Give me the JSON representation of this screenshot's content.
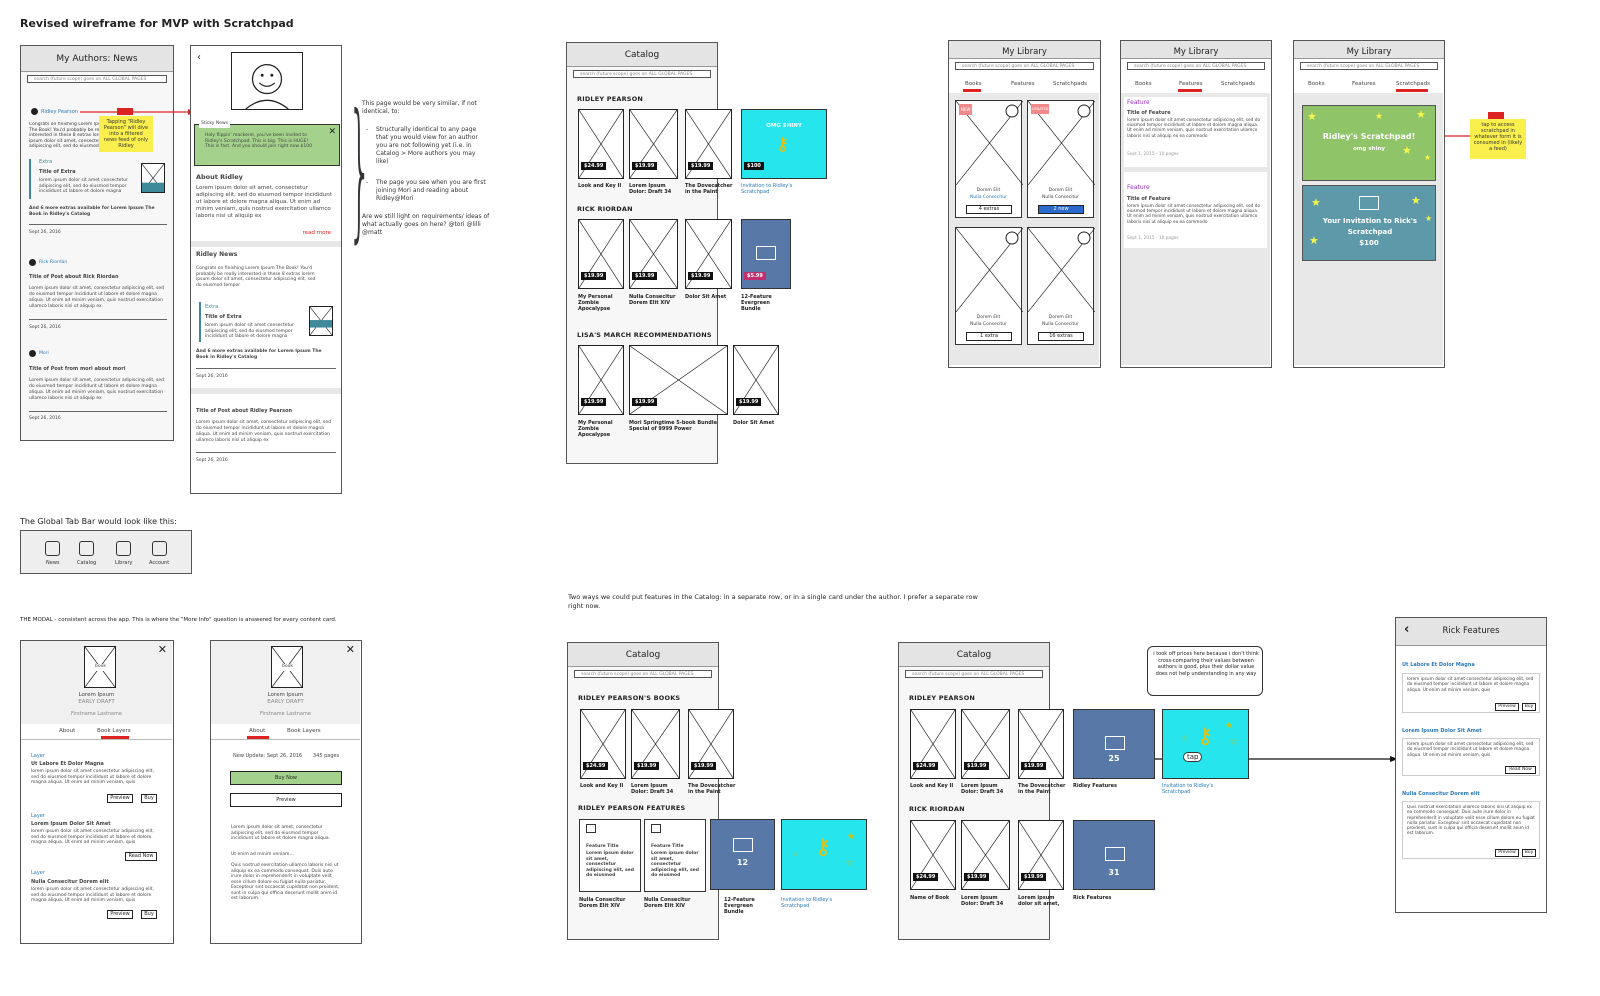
{
  "title": "Revised wireframe for MVP with Scratchpad",
  "search_text": "search (future scope) goes on ALL GLOBAL PAGES",
  "news": {
    "header": "My Authors: News",
    "author1": "Ridley Pearson",
    "note1": "Tapping \"Ridley Pearson\" will dive into a filtered news feed of only Ridley",
    "post1": "Congrats on finishing Lorem Ipsum The Book! You'd probably be really interested in these 8 extras lorem ipsum dolor sit amet, consectetur adipiscing elit, sed do eiusmod tempor",
    "extra_label": "Extra",
    "extra_title": "Title of Extra",
    "extra_body": "lorem ipsum dolor sit amet consectetur adipiscing elit, sed do eiusmod tempor incididunt ut labore et dolore magna",
    "extras_more": "And 6 more extras available for Lorem Ipsum The Book in Ridley's Catalog",
    "date": "Sept 26, 2016",
    "author2": "Rick Riordan",
    "post2_title": "Title of Post about Rick Riordan",
    "body": "Lorem ipsum dolor sit amet, consectetur adipiscing elit, sed do eiusmod tempor incididunt ut labore et dolore magna aliqua. Ut enim ad minim veniam, quis nostrud exercitation ullamco laboris nisi ut aliquip ex",
    "author3": "Mori",
    "post3_title": "Title of Post from mori about mori"
  },
  "author_page": {
    "sticky_label": "Sticky News",
    "sticky": "Holy flippin' mackerel, you've been invited to Ridley's Scratchpad. This is big. This is HUGE! This is fast. And you should join right now $100",
    "about_title": "About Ridley",
    "about_body": "Lorem ipsum dolor sit amet, consectetur adipiscing elit, sed do eiusmod tempor incididunt ut labore et dolore magna aliqua. Ut enim ad minim veniam, quis nostrud exercitation ullamco laboris nisi ut aliquip ex",
    "read_more": "read more",
    "news_title": "Ridley News",
    "news_body": "Congrats on finishing Lorem Ipsum The Book! You'd probably be really interested in these 8 extras lorem ipsum dolor sit amet, consectetur adipiscing elit, sed do eiusmod tempor",
    "post_title": "Title of Post about Ridley Pearson"
  },
  "annotation": {
    "intro": "This page would be very similar, if not identical, to:",
    "b1": "Structurally identical to any page that you would view for an author you are not following yet (i.e. in Catalog > More authors you may like)",
    "b2": "The page you see when you are first joining Mori and reading about Ridley@Mori",
    "q": "Are we still light on requirements/ ideas of what actually goes on here? @tori @lilli @matt"
  },
  "tabbar": {
    "caption": "The Global Tab Bar would look like this:",
    "items": [
      "News",
      "Catalog",
      "Library",
      "Account"
    ]
  },
  "modal": {
    "caption": "THE MODAL - consistent across the app. This is where the \"More Info\" question is answered for every content card.",
    "book": "book",
    "name": "Lorem Ipsum",
    "draft": "EARLY DRAFT",
    "author": "Firstname Lastname",
    "tab_about": "About",
    "tab_layers": "Book Layers",
    "layer": "Layer",
    "layers": [
      "Ut Labore Et Dolor Magna",
      "Lorem Ipsum Dolor Sit Amet",
      "Nulla Consecitur Dorem elit"
    ],
    "layer_body": "lorem ipsum dolor sit amet consectetur adipiscing elit, sed do eiusmod tempor incididunt ut labore et dolore magna aliqua. Ut enim ad minim veniam, quis",
    "preview": "Preview",
    "buy": "Buy",
    "read_now": "Read Now",
    "update": "New Update: Sept 26, 2016",
    "pages": "345 pages",
    "buy_now": "Buy Now",
    "about_body1": "Lorem ipsum dolor sit amet, consectetur adipiscing elit, sed do eiusmod tempor incididunt ut labore et dolore magna aliqua.",
    "about_body2": "Ut enim ad minim veniam...",
    "about_body3": "Quis nostrud exercitation ullamco laboris nisi ut aliquip ex ea commodo consequat. Duis aute irure dolor in reprehenderit in voluptate velit esse cillum dolore eu fugiat nulla pariatur. Excepteur sint occaecat cupidatat non proident, sunt in culpa qui officia deserunt mollit anim id est laborum."
  },
  "catalog1": {
    "header": "Catalog",
    "s1": "RIDLEY PEARSON",
    "s2": "RICK RIORDAN",
    "s3": "LISA'S MARCH RECOMMENDATIONS",
    "price_a": "$24.99",
    "price_b": "$19.99",
    "price_c": "$100",
    "price_d": "$5.99",
    "r1": [
      "Look and Key II",
      "Lorem Ipsum Dolor: Draft 34",
      "The Dovecatcher in the Paint"
    ],
    "omg": "OMG SHINY",
    "invite": "Invitation to Ridley's Scratchpad",
    "r2": [
      "My Personal Zombie Apocalypse",
      "Nulla Consecitur Dorem Elit XIV",
      "Dolor Sit Amet"
    ],
    "bundle12": "12-Feature Evergreen Bundle",
    "r3": [
      "My Personal Zombie Apocalypse",
      "Mori Springtime 5-book Bundle Special of 9999 Power",
      "Dolor Sit Amet"
    ]
  },
  "library": {
    "header": "My Library",
    "tabs": [
      "Books",
      "Features",
      "Scratchpads"
    ],
    "new": "NEW",
    "updated": "UPDATED",
    "book": "Dorem Elit",
    "author": "Nulla Consecitur",
    "btns": [
      "4 extras",
      "2 new",
      "1 extra",
      "16 extras"
    ],
    "feature": "Feature",
    "feature_title": "Title of Feature",
    "feature_body": "lorem ipsum dolor sit amet consectetur adipiscing elit, sed do eiusmod tempor incididunt ut labore et dolore magna aliqua. Ut enim ad minim veniam, quis nostrud exercitation ullamco laboris nisi ut aliquip ex ea commodo",
    "feature_meta": "Sept 1, 2015 - 10 pages",
    "sp1": "Ridley's Scratchpad!",
    "sp1_sub": "omg shiny",
    "sp2": "Your Invitation to Rick's Scratchpad",
    "sp2_price": "$100",
    "note": "tap to access scratchpad in whatever form it is consumed in (likely a feed)"
  },
  "features_caption": "Two ways we could put features in the Catalog: in a separate row, or in a single card under the author. I prefer a separate row right now.",
  "catalog2": {
    "s1": "RIDLEY PEARSON'S BOOKS",
    "s2": "RIDLEY PEARSON FEATURES",
    "feat_title": "Feature Title",
    "feat_body": "Lorem ipsum dolor sit amet, consectetur adipiscing elit, sed do eiusmod",
    "feat_caps": [
      "Nulla Consecitur Dorem Elit XIV",
      "Nulla Consecitur Dorem Elit XIV"
    ],
    "count": "12"
  },
  "catalog3": {
    "count1": "25",
    "count2": "31",
    "ridley_features": "Ridley Features",
    "rick_features": "Rick Features",
    "tap": "tap",
    "bubble": "i took off prices here because i don't think cross-comparing their values between authors is good, plus their dollar value does not help understanding in any way",
    "r2": [
      "Name of Book",
      "Lorem Ipsum Dolor: Draft 34",
      "Lorem ipsum dolor sit amet,"
    ]
  },
  "rick": {
    "header": "Rick Features",
    "items": [
      "Ut Labore Et Dolor Magna",
      "Lorem Ipsum Dolor Sit Amet",
      "Nulla Consecitur Dorem elit"
    ],
    "body": "lorem ipsum dolor sit amet consectetur adipiscing elit, sed do eiusmod tempor incididunt ut labore et dolore magna aliqua. Ut enim ad minim veniam, quis"
  }
}
